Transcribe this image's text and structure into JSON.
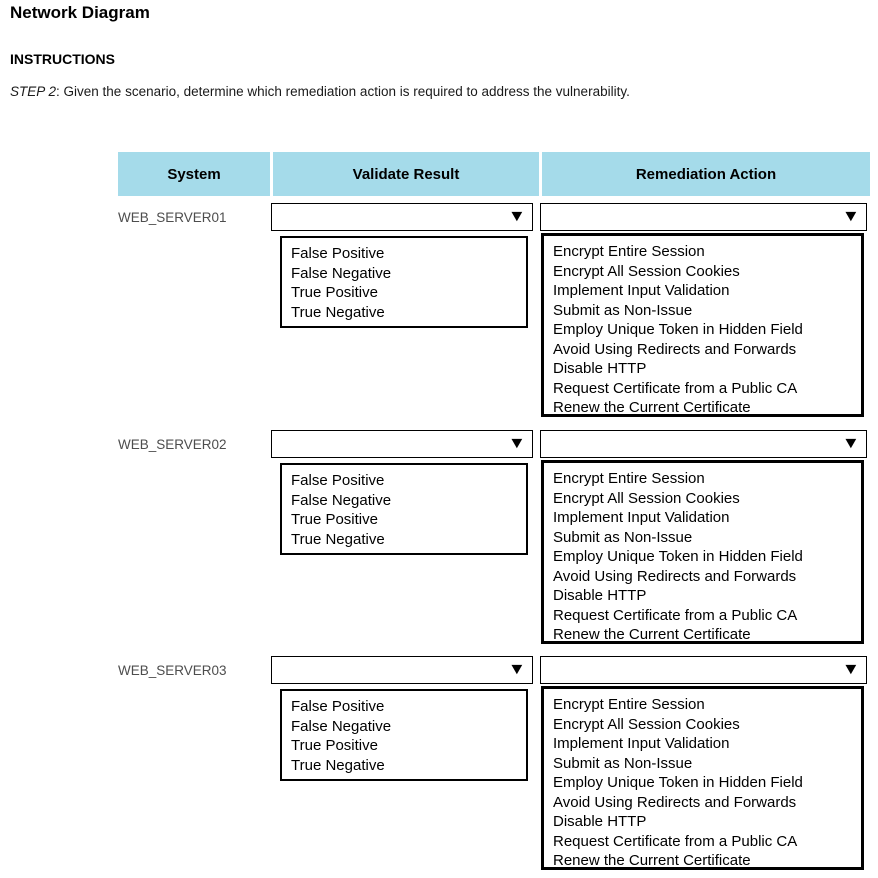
{
  "page": {
    "title": "Network Diagram",
    "instructions_heading": "INSTRUCTIONS",
    "step_label": "STEP 2",
    "step_text": ": Given the scenario, determine which remediation action is required to address the vulnerability."
  },
  "table": {
    "header_bg": "#a5dbea",
    "headers": [
      "System",
      "Validate Result",
      "Remediation Action"
    ],
    "dropdown_icon": "▼",
    "rows": [
      {
        "system": "WEB_SERVER01",
        "validate_value": "",
        "remediation_value": ""
      },
      {
        "system": "WEB_SERVER02",
        "validate_value": "",
        "remediation_value": ""
      },
      {
        "system": "WEB_SERVER03",
        "validate_value": "",
        "remediation_value": ""
      }
    ],
    "validate_options": [
      "False Positive",
      "False Negative",
      "True Positive",
      "True Negative"
    ],
    "remediation_options": [
      "Encrypt Entire Session",
      "Encrypt All Session Cookies",
      "Implement Input Validation",
      "Submit as Non-Issue",
      "Employ Unique Token in Hidden Field",
      "Avoid Using Redirects and Forwards",
      "Disable HTTP",
      "Request Certificate from a Public CA",
      "Renew the Current Certificate"
    ]
  }
}
